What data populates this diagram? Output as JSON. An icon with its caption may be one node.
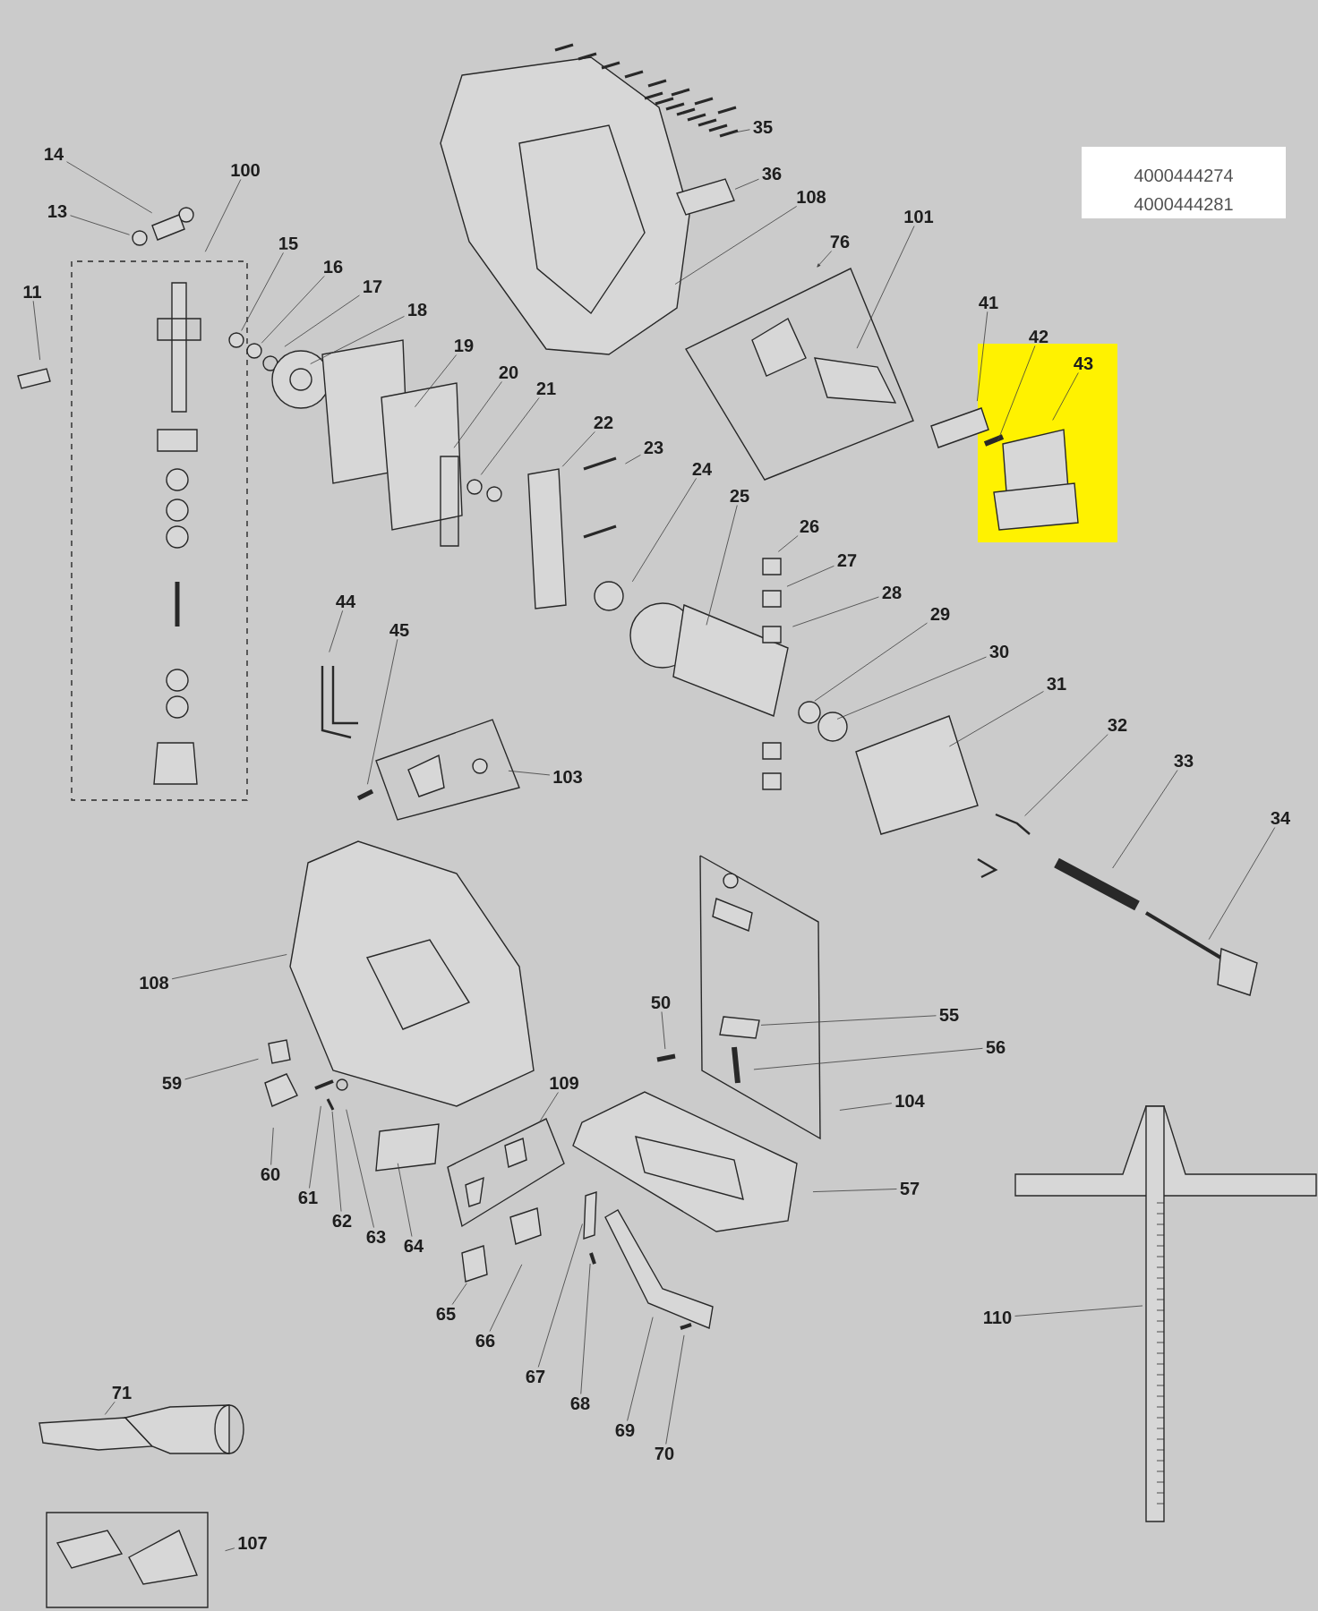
{
  "diagram": {
    "nodes": [
      {
        "text": [
          "35"
        ]
      },
      {
        "text": [
          "14"
        ]
      },
      {
        "text": [
          "100"
        ]
      },
      {
        "text": [
          "36"
        ]
      },
      {
        "text": [
          "108"
        ]
      },
      {
        "text": [
          "13"
        ]
      },
      {
        "text": [
          "101"
        ]
      },
      {
        "text": [
          "76"
        ]
      },
      {
        "text": [
          "15"
        ]
      },
      {
        "text": [
          "16"
        ]
      },
      {
        "text": [
          "17"
        ]
      },
      {
        "text": [
          "11"
        ]
      },
      {
        "text": [
          "41"
        ]
      },
      {
        "text": [
          "18"
        ]
      },
      {
        "text": [
          "42"
        ]
      },
      {
        "text": [
          "19"
        ]
      },
      {
        "text": [
          "43"
        ]
      },
      {
        "text": [
          "20"
        ]
      },
      {
        "text": [
          "21"
        ]
      },
      {
        "text": [
          "22"
        ]
      },
      {
        "text": [
          "23"
        ]
      },
      {
        "text": [
          "24"
        ]
      },
      {
        "text": [
          "25"
        ]
      },
      {
        "text": [
          "26"
        ]
      },
      {
        "text": [
          "27"
        ]
      },
      {
        "text": [
          "28"
        ]
      },
      {
        "text": [
          "44"
        ]
      },
      {
        "text": [
          "29"
        ]
      },
      {
        "text": [
          "45"
        ]
      },
      {
        "text": [
          "30"
        ]
      },
      {
        "text": [
          "31"
        ]
      },
      {
        "text": [
          "32"
        ]
      },
      {
        "text": [
          "33"
        ]
      },
      {
        "text": [
          "103"
        ]
      },
      {
        "text": [
          "34"
        ]
      },
      {
        "text": [
          "108"
        ]
      },
      {
        "text": [
          "50"
        ]
      },
      {
        "text": [
          "55"
        ]
      },
      {
        "text": [
          "56"
        ]
      },
      {
        "text": [
          "59"
        ]
      },
      {
        "text": [
          "109"
        ]
      },
      {
        "text": [
          "104"
        ]
      },
      {
        "text": [
          "60"
        ]
      },
      {
        "text": [
          "57"
        ]
      },
      {
        "text": [
          "61"
        ]
      },
      {
        "text": [
          "62"
        ]
      },
      {
        "text": [
          "63"
        ]
      },
      {
        "text": [
          "64"
        ]
      },
      {
        "text": [
          "65"
        ]
      },
      {
        "text": [
          "110"
        ]
      },
      {
        "text": [
          "66"
        ]
      },
      {
        "text": [
          "67"
        ]
      },
      {
        "text": [
          "71"
        ]
      },
      {
        "text": [
          "68"
        ]
      },
      {
        "text": [
          "69"
        ]
      },
      {
        "text": [
          "70"
        ]
      },
      {
        "text": [
          "107"
        ]
      }
    ],
    "edges": [
      {
        "from": 0,
        "to": null,
        "arrow": "none"
      },
      {
        "from": 1,
        "to": null,
        "arrow": "none"
      },
      {
        "from": 2,
        "to": null,
        "arrow": "none"
      },
      {
        "from": 3,
        "to": null,
        "arrow": "none"
      },
      {
        "from": 4,
        "to": null,
        "arrow": "none"
      },
      {
        "from": 5,
        "to": null,
        "arrow": "none"
      },
      {
        "from": 6,
        "to": null,
        "arrow": "none"
      },
      {
        "from": 7,
        "to": null,
        "arrow": "to"
      },
      {
        "from": 8,
        "to": null,
        "arrow": "none"
      },
      {
        "from": 9,
        "to": null,
        "arrow": "none"
      },
      {
        "from": 10,
        "to": null,
        "arrow": "none"
      },
      {
        "from": 11,
        "to": null,
        "arrow": "none"
      },
      {
        "from": 12,
        "to": null,
        "arrow": "none"
      },
      {
        "from": 13,
        "to": null,
        "arrow": "none"
      },
      {
        "from": 14,
        "to": null,
        "arrow": "none"
      },
      {
        "from": 15,
        "to": null,
        "arrow": "none"
      },
      {
        "from": 16,
        "to": null,
        "arrow": "none"
      },
      {
        "from": 17,
        "to": null,
        "arrow": "none"
      },
      {
        "from": 18,
        "to": null,
        "arrow": "none"
      },
      {
        "from": 19,
        "to": null,
        "arrow": "none"
      },
      {
        "from": 20,
        "to": null,
        "arrow": "none"
      },
      {
        "from": 21,
        "to": null,
        "arrow": "none"
      },
      {
        "from": 22,
        "to": null,
        "arrow": "none"
      },
      {
        "from": 23,
        "to": null,
        "arrow": "none"
      },
      {
        "from": 24,
        "to": null,
        "arrow": "none"
      },
      {
        "from": 25,
        "to": null,
        "arrow": "none"
      },
      {
        "from": 26,
        "to": null,
        "arrow": "none"
      },
      {
        "from": 27,
        "to": null,
        "arrow": "none"
      },
      {
        "from": 28,
        "to": null,
        "arrow": "none"
      },
      {
        "from": 29,
        "to": null,
        "arrow": "none"
      },
      {
        "from": 30,
        "to": null,
        "arrow": "none"
      },
      {
        "from": 31,
        "to": null,
        "arrow": "none"
      },
      {
        "from": 32,
        "to": null,
        "arrow": "none"
      },
      {
        "from": 33,
        "to": null,
        "arrow": "none"
      },
      {
        "from": 34,
        "to": null,
        "arrow": "none"
      },
      {
        "from": 35,
        "to": null,
        "arrow": "none"
      },
      {
        "from": 36,
        "to": null,
        "arrow": "none"
      },
      {
        "from": 37,
        "to": null,
        "arrow": "none"
      },
      {
        "from": 38,
        "to": null,
        "arrow": "none"
      },
      {
        "from": 39,
        "to": null,
        "arrow": "none"
      },
      {
        "from": 40,
        "to": null,
        "arrow": "none"
      },
      {
        "from": 41,
        "to": null,
        "arrow": "none"
      },
      {
        "from": 42,
        "to": null,
        "arrow": "none"
      },
      {
        "from": 43,
        "to": null,
        "arrow": "none"
      },
      {
        "from": 44,
        "to": null,
        "arrow": "none"
      },
      {
        "from": 45,
        "to": null,
        "arrow": "none"
      },
      {
        "from": 46,
        "to": null,
        "arrow": "none"
      },
      {
        "from": 47,
        "to": null,
        "arrow": "none"
      },
      {
        "from": 48,
        "to": null,
        "arrow": "none"
      },
      {
        "from": 49,
        "to": null,
        "arrow": "none"
      },
      {
        "from": 50,
        "to": null,
        "arrow": "none"
      },
      {
        "from": 51,
        "to": null,
        "arrow": "none"
      },
      {
        "from": 52,
        "to": null,
        "arrow": "none"
      },
      {
        "from": 53,
        "to": null,
        "arrow": "none"
      },
      {
        "from": 54,
        "to": null,
        "arrow": "none"
      },
      {
        "from": 55,
        "to": null,
        "arrow": "none"
      },
      {
        "from": 56,
        "to": null,
        "arrow": "none"
      }
    ],
    "labels": [
      "4000444274",
      "4000444281"
    ]
  }
}
